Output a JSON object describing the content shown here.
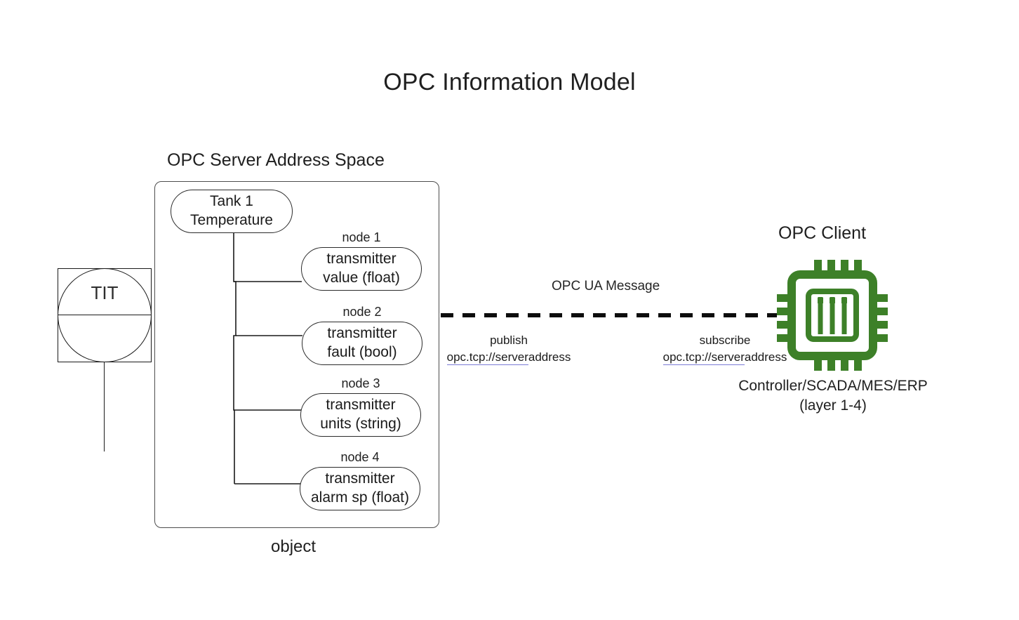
{
  "diagram": {
    "title": "OPC Information Model",
    "colors": {
      "chip_green": "#3d8028",
      "line": "#1a1a1a",
      "box_border": "#4d4d4d",
      "link_underline": "#7b7bd6",
      "background": "#ffffff"
    }
  },
  "field_device": {
    "tag": "TIT",
    "symbol": "instrument-balloon-icon"
  },
  "server": {
    "label": "OPC Server Address Space",
    "footer_label": "object",
    "root_node": {
      "line1": "Tank 1",
      "line2": "Temperature"
    },
    "nodes": [
      {
        "tag": "node 1",
        "line1": "transmitter",
        "line2": "value (float)"
      },
      {
        "tag": "node 2",
        "line1": "transmitter",
        "line2": "fault (bool)"
      },
      {
        "tag": "node 3",
        "line1": "transmitter",
        "line2": "units (string)"
      },
      {
        "tag": "node 4",
        "line1": "transmitter",
        "line2": "alarm sp (float)"
      }
    ]
  },
  "link": {
    "label": "OPC UA Message",
    "publish": {
      "title": "publish",
      "uri_link": "opc.tcp://server",
      "uri_tail": "address"
    },
    "subscribe": {
      "title": "subscribe",
      "uri_link": "opc.tcp://server",
      "uri_tail": "address"
    }
  },
  "client": {
    "label": "OPC Client",
    "icon": "cpu-chip-icon",
    "sub_line1": "Controller/SCADA/MES/ERP",
    "sub_line2": "(layer 1-4)"
  }
}
